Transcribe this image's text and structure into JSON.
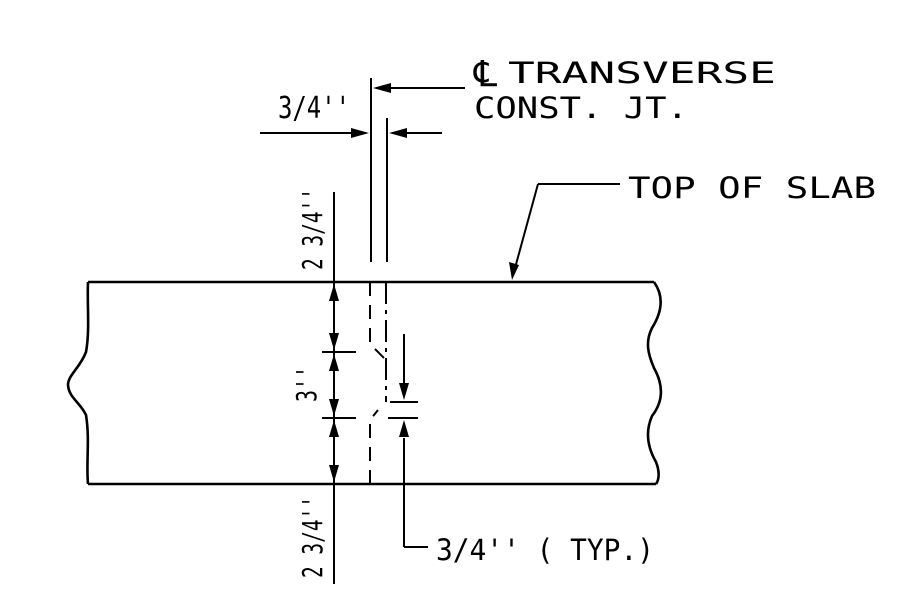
{
  "labels": {
    "centerline_symbol": "℄",
    "centerline_line1": "TRANSVERSE",
    "centerline_line2": "CONST. JT.",
    "top_of_slab": "TOP OF SLAB",
    "top_width": "3/4''",
    "dim_top": "2 3/4''",
    "dim_middle": "3''",
    "dim_bottom": "2 3/4''",
    "step_typ": "3/4'' ( TYP.)"
  }
}
